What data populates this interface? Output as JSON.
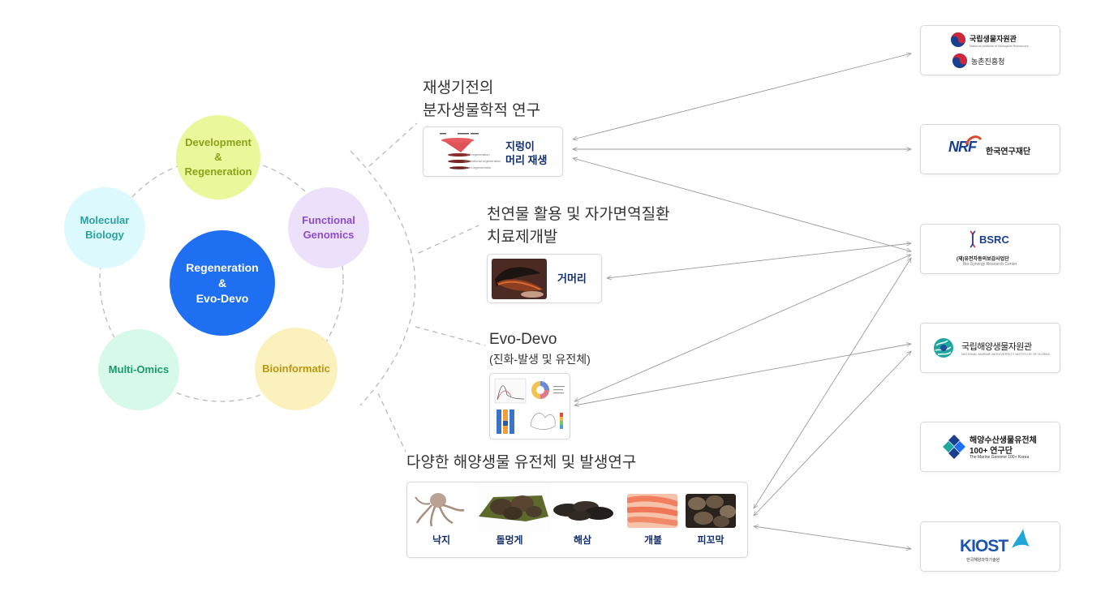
{
  "circles": {
    "center": "Regeneration\n&\nEvo-Devo",
    "development": "Development\n&\nRegeneration",
    "functional": "Functional\nGenomics",
    "bioinformatic": "Bioinformatic",
    "multi_omics": "Multi-Omics",
    "molecular": "Molecular\nBiology"
  },
  "sections": {
    "regeneration": {
      "title": "재생기전의\n분자생물학적 연구",
      "card_label": "지렁이\n머리 재생"
    },
    "natural": {
      "title": "천연물 활용 및 자가면역질환\n치료제개발",
      "card_label": "거머리"
    },
    "evodevo": {
      "title": "Evo-Devo",
      "subtitle": "(진화-발생 및 유전체)"
    },
    "marine": {
      "title": "다양한 해양생물 유전체 및 발생연구",
      "organisms": [
        "낙지",
        "돌멍게",
        "해삼",
        "개불",
        "피꼬막"
      ]
    }
  },
  "partners": {
    "nibr": {
      "name": "국립생물자원관",
      "sub": "National Institute of Biological Resources",
      "name2": "농촌진흥청"
    },
    "nrf": {
      "logo": "NRF",
      "name": "한국연구재단"
    },
    "bsrc": {
      "logo": "BSRC",
      "name": "(재)유전자동의보감사업단",
      "sub": "Bio-Synergy Research Center"
    },
    "mabik": {
      "name": "국립해양생물자원관",
      "sub": "NATIONAL MARINE BIODIVERSITY INSTITUTE OF KOREA"
    },
    "genome": {
      "line1": "해양수산생물유전체",
      "line2": "100+ 연구단",
      "sub": "The Marine Genome 100+ Korea"
    },
    "kiost": {
      "logo": "KIOST",
      "sub": "한국해양과학기술원"
    }
  },
  "colors": {
    "center": "#1f6ff2",
    "development": "#eaf79a",
    "functional": "#ece0fb",
    "bioinformatic": "#fbf1bd",
    "multi_omics": "#d6f9e9",
    "molecular": "#dcfafd",
    "label_navy": "#14306b"
  }
}
